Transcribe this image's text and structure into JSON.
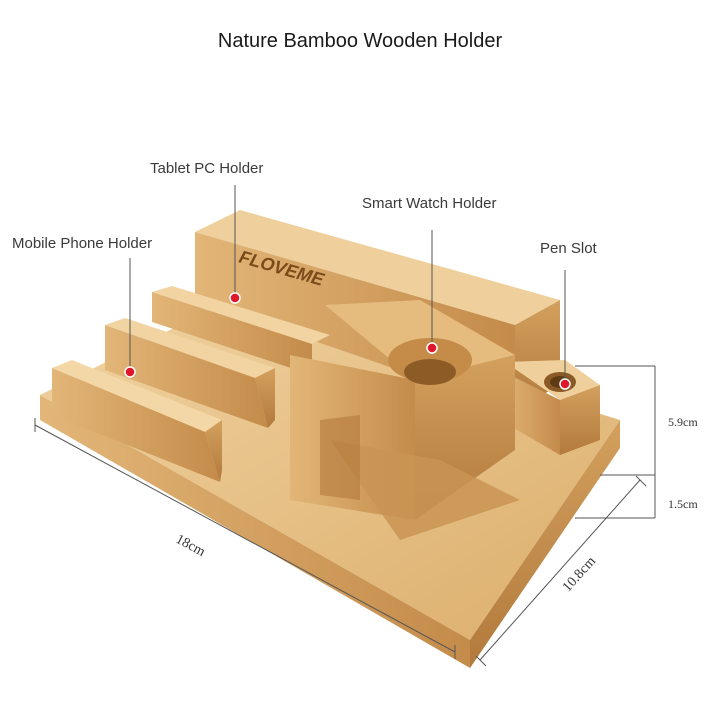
{
  "title": "Nature Bamboo Wooden Holder",
  "brand": "FLOVEME",
  "callouts": {
    "mobile_phone": "Mobile Phone Holder",
    "tablet_pc": "Tablet PC Holder",
    "smart_watch": "Smart Watch Holder",
    "pen_slot": "Pen Slot"
  },
  "dimensions": {
    "length": "18cm",
    "width": "10.8cm",
    "height_total": "5.9cm",
    "base_height": "1.5cm"
  },
  "colors": {
    "wood_light": "#e9c48a",
    "wood_mid": "#d9a762",
    "wood_dark": "#b98243",
    "marker": "#e0162b",
    "line": "#555555"
  }
}
